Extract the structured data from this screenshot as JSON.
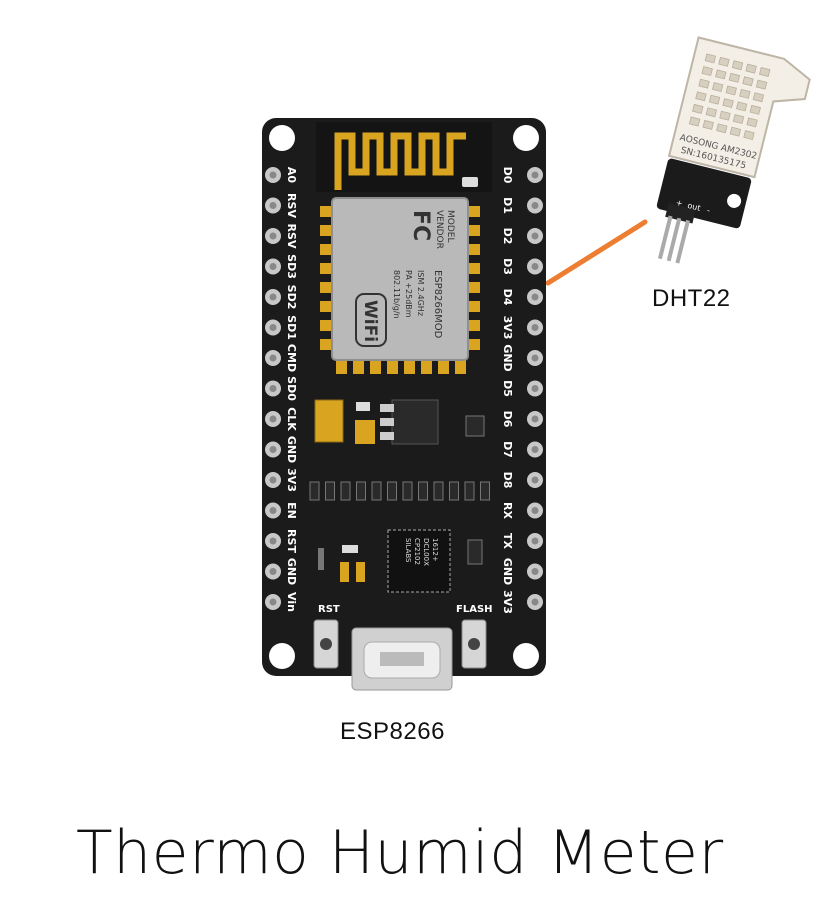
{
  "board": {
    "caption": "ESP8266",
    "left_pins": [
      "A0",
      "RSV",
      "RSV",
      "SD3",
      "SD2",
      "SD1",
      "CMD",
      "SD0",
      "CLK",
      "GND",
      "3V3",
      "EN",
      "RST",
      "GND",
      "Vin"
    ],
    "right_pins": [
      "D0",
      "D1",
      "D2",
      "D3",
      "D4",
      "3V3",
      "GND",
      "D5",
      "D6",
      "D7",
      "D8",
      "RX",
      "TX",
      "GND",
      "3V3"
    ],
    "rst_label": "RST",
    "flash_label": "FLASH",
    "module_model": "MODEL",
    "module_vendor": "VENDOR",
    "module_name": "ESP8266MOD",
    "module_freq": "ISM 2.4GHz",
    "module_power": "PA +25dBm",
    "module_std": "802.11b/g/n",
    "wifi_logo": "WiFi",
    "fc_logo": "FC",
    "usb_chip_lines": [
      "SILABS",
      "CP2102",
      "DCL00X",
      "1612+"
    ]
  },
  "sensor": {
    "caption": "DHT22",
    "model_line1": "AOSONG AM2302",
    "model_line2": "SN:160135175",
    "pin_labels": [
      "+",
      "out",
      "-"
    ]
  },
  "title": "Thermo Humid Meter",
  "colors": {
    "board": "#1b1b1b",
    "pad": "#c8c8c8",
    "antenna": "#d9a520",
    "wire": "#ed7d31",
    "sensor_body": "#f4efe6"
  }
}
